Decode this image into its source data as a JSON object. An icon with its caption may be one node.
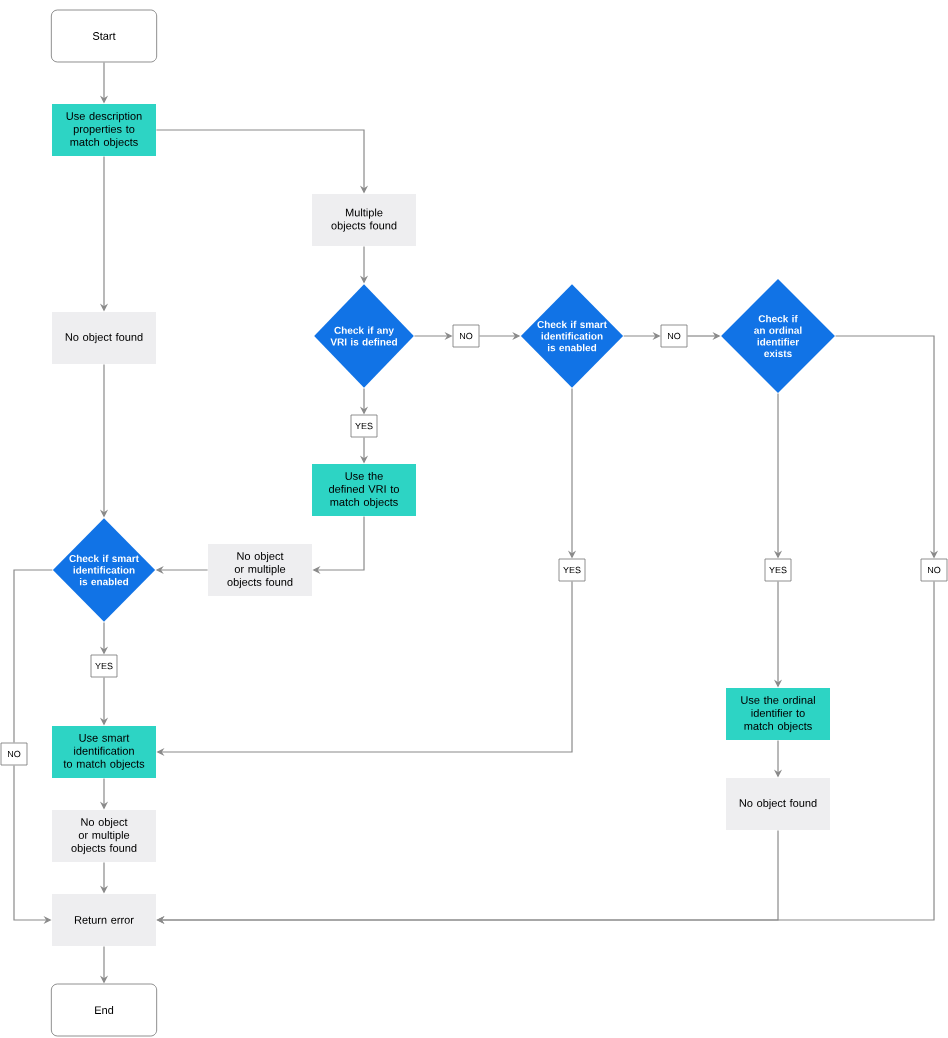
{
  "diagram": {
    "nodes": [
      {
        "text": [
          "Start"
        ]
      },
      {
        "text": [
          "Use description properties to match objects"
        ]
      },
      {
        "text": [
          "Multiple objects found"
        ]
      },
      {
        "text": [
          "No object found"
        ]
      },
      {
        "text": [
          "Check if any VRI is defined"
        ]
      },
      {
        "text": [
          "NO"
        ]
      },
      {
        "text": [
          "Check if smart identification is enabled"
        ]
      },
      {
        "text": [
          "NO"
        ]
      },
      {
        "text": [
          "Check if an ordinal identifier exists"
        ]
      },
      {
        "text": [
          "YES"
        ]
      },
      {
        "text": [
          "Use the defined VRI to match objects"
        ]
      },
      {
        "text": [
          "No object or multiple objects found"
        ]
      },
      {
        "text": [
          "Check if smart identification is enabled"
        ]
      },
      {
        "text": [
          "YES"
        ]
      },
      {
        "text": [
          "YES"
        ]
      },
      {
        "text": [
          "NO"
        ]
      },
      {
        "text": [
          "YES"
        ]
      },
      {
        "text": [
          "NO"
        ]
      },
      {
        "text": [
          "Use smart identification to match objects"
        ]
      },
      {
        "text": [
          "Use the ordinal identifier to match objects"
        ]
      },
      {
        "text": [
          "No object or multiple objects found"
        ]
      },
      {
        "text": [
          "No object found"
        ]
      },
      {
        "text": [
          "Return error"
        ]
      },
      {
        "text": [
          "End"
        ]
      }
    ],
    "edges": [
      {
        "from": 0,
        "to": 1,
        "arrow": "to"
      },
      {
        "from": 1,
        "to": 2,
        "arrow": "to"
      },
      {
        "from": 1,
        "to": 3,
        "arrow": "to"
      },
      {
        "from": 2,
        "to": 4,
        "arrow": "to"
      },
      {
        "from": 4,
        "to": 5,
        "arrow": "to"
      },
      {
        "from": 5,
        "to": 6,
        "arrow": "to"
      },
      {
        "from": 6,
        "to": 7,
        "arrow": "to"
      },
      {
        "from": 7,
        "to": 8,
        "arrow": "to"
      },
      {
        "from": 4,
        "to": 9,
        "arrow": "to"
      },
      {
        "from": 9,
        "to": 10,
        "arrow": "to"
      },
      {
        "from": 10,
        "to": 11,
        "arrow": "to"
      },
      {
        "from": 11,
        "to": 12,
        "arrow": "to"
      },
      {
        "from": 3,
        "to": 12,
        "arrow": "to"
      },
      {
        "from": 6,
        "to": 13,
        "arrow": "to"
      },
      {
        "from": 8,
        "to": 14,
        "arrow": "to"
      },
      {
        "from": 8,
        "to": 15,
        "arrow": "to"
      },
      {
        "from": 12,
        "to": 16,
        "arrow": "to"
      },
      {
        "from": 16,
        "to": 18,
        "arrow": "to"
      },
      {
        "from": 12,
        "to": 17,
        "arrow": "none"
      },
      {
        "from": 17,
        "to": 22,
        "arrow": "to"
      },
      {
        "from": 13,
        "to": 18,
        "arrow": "to"
      },
      {
        "from": 14,
        "to": 19,
        "arrow": "to"
      },
      {
        "from": 19,
        "to": 21,
        "arrow": "to"
      },
      {
        "from": 18,
        "to": 20,
        "arrow": "to"
      },
      {
        "from": 20,
        "to": 22,
        "arrow": "to"
      },
      {
        "from": 21,
        "to": 22,
        "arrow": "to"
      },
      {
        "from": 15,
        "to": 22,
        "arrow": "to"
      },
      {
        "from": 22,
        "to": 23,
        "arrow": "to"
      }
    ]
  }
}
